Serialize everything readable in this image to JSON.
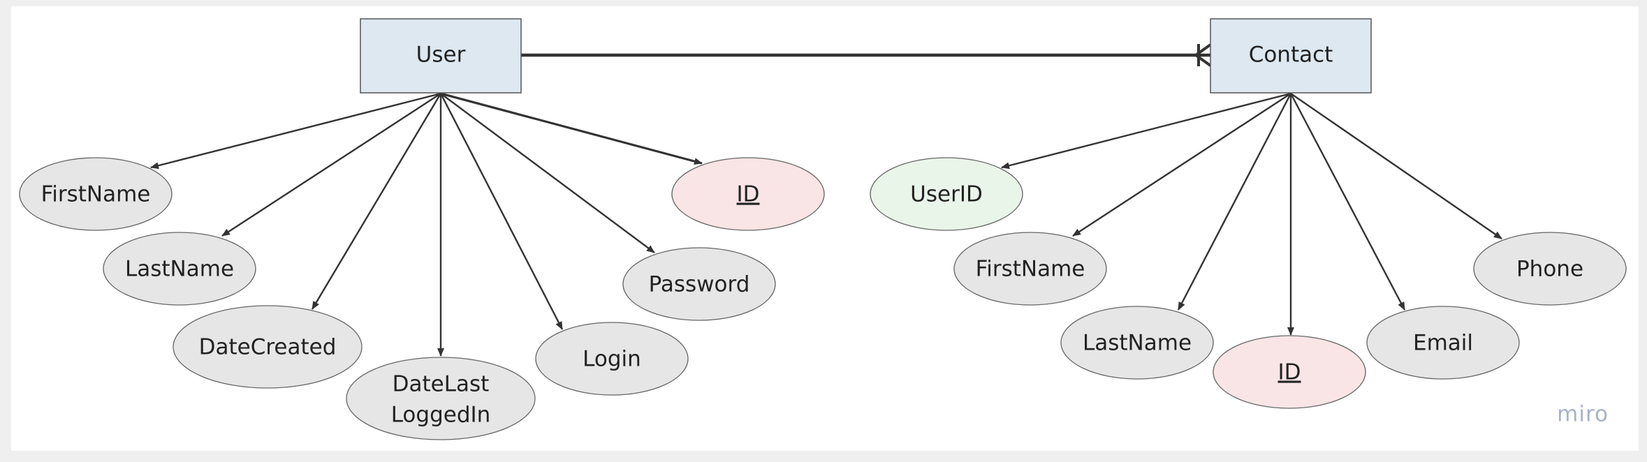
{
  "colors": {
    "entity_fill": "#dde8f1",
    "attribute_fill": "#e6e6e6",
    "primary_key_fill": "#f9e5e5",
    "foreign_key_fill": "#eaf5ea",
    "line": "#333333",
    "logo": "#a9b3c7"
  },
  "relationship": {
    "from": "User",
    "to": "Contact",
    "cardinality": "one-to-many"
  },
  "entities": {
    "user": {
      "label": "User",
      "attributes": {
        "first_name": "FirstName",
        "last_name": "LastName",
        "date_created": "DateCreated",
        "date_last_logged_in": [
          "DateLast",
          "LoggedIn"
        ],
        "login": "Login",
        "password": "Password",
        "id": "ID"
      }
    },
    "contact": {
      "label": "Contact",
      "attributes": {
        "user_id": "UserID",
        "first_name": "FirstName",
        "last_name": "LastName",
        "id": "ID",
        "email": "Email",
        "phone": "Phone"
      }
    }
  },
  "branding": {
    "logo": "miro"
  }
}
